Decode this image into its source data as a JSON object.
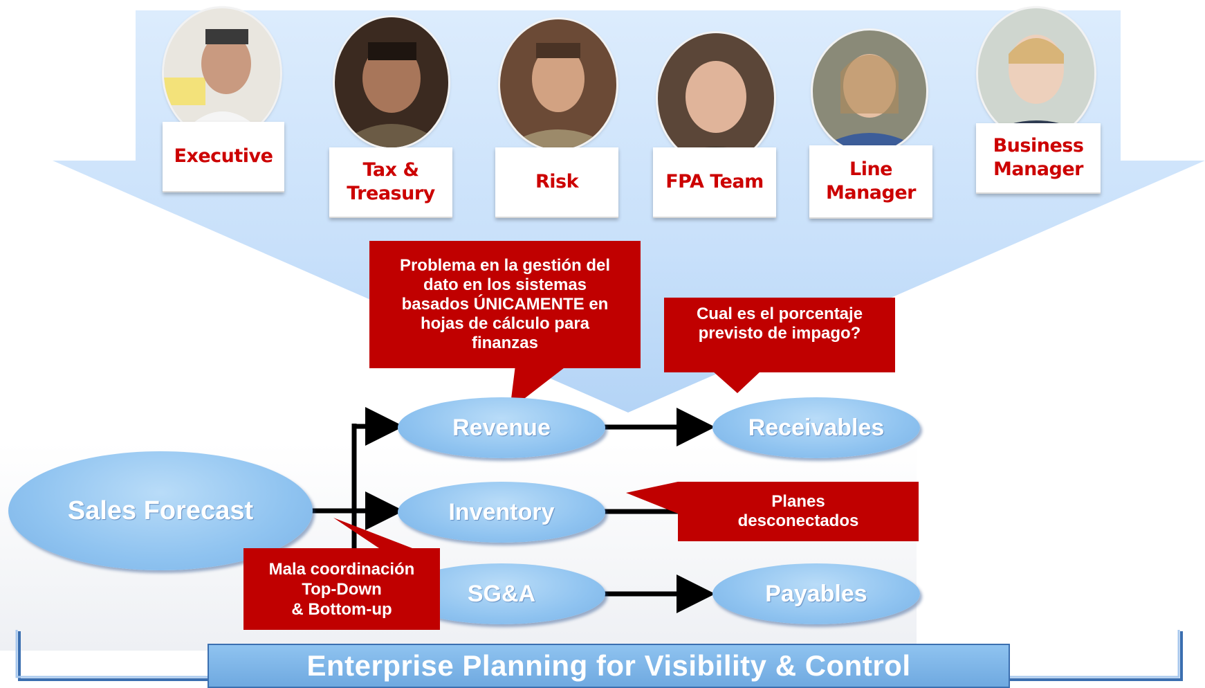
{
  "roles": [
    {
      "id": "executive",
      "label": "Executive"
    },
    {
      "id": "tax-treasury",
      "label": "Tax &\nTreasury"
    },
    {
      "id": "risk",
      "label": "Risk"
    },
    {
      "id": "fpa-team",
      "label": "FPA Team"
    },
    {
      "id": "line-manager",
      "label": "Line\nManager"
    },
    {
      "id": "business-manager",
      "label": "Business\nManager"
    }
  ],
  "flow": {
    "sales_forecast": "Sales Forecast",
    "revenue": "Revenue",
    "inventory": "Inventory",
    "sga": "SG&A",
    "receivables": "Receivables",
    "payables": "Payables"
  },
  "callouts": {
    "spreadsheets": "Problema en la gestión del\ndato en los sistemas\nbasados ÚNICAMENTE en\nhojas de cálculo para\nfinanzas",
    "default_rate": "Cual es el porcentaje\nprevisto de impago?",
    "disconnected": "Planes\ndesconectados",
    "coordination": "Mala coordinación\nTop-Down\n& Bottom-up"
  },
  "banner": "Enterprise Planning for Visibility & Control",
  "colors": {
    "accent_red": "#c00000",
    "role_text": "#cc0000",
    "oval_blue": "#8fc3f0",
    "funnel_blue": "#cfe4fb",
    "banner_border": "#3b6fb0"
  }
}
